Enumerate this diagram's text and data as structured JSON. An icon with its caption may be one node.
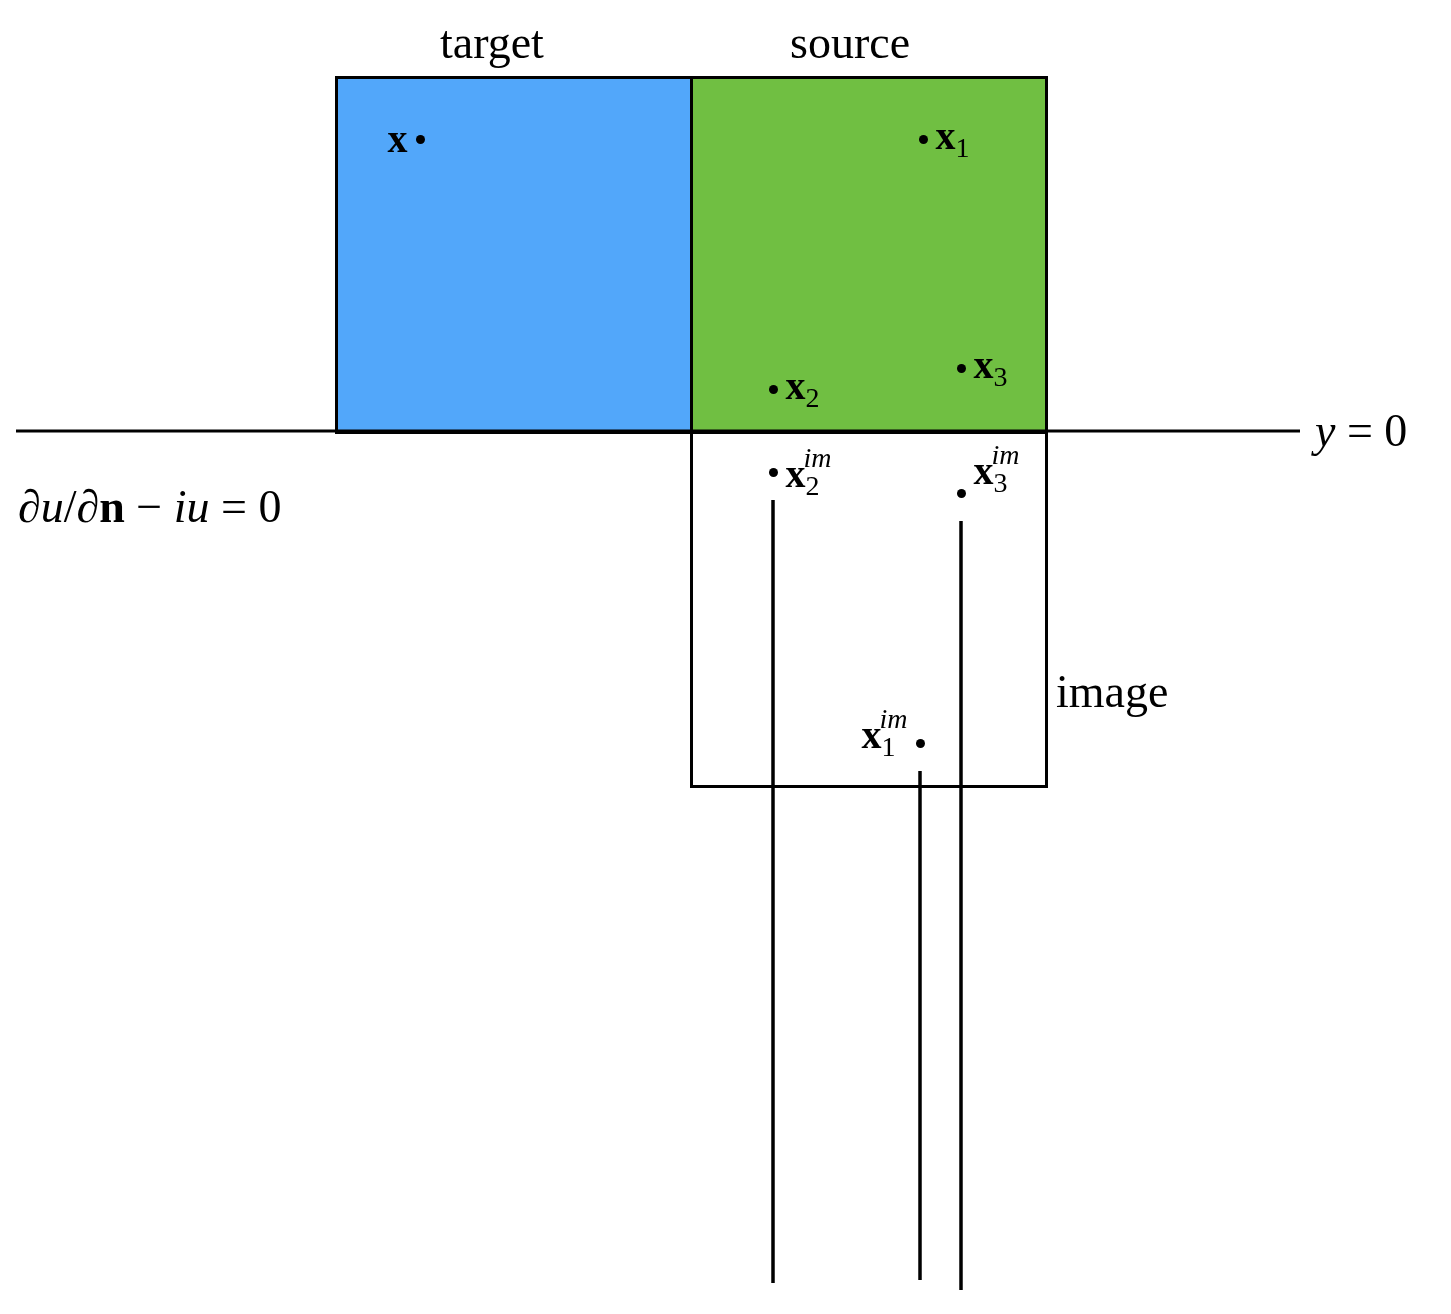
{
  "diagram": {
    "nodes": [
      {
        "text": [
          "target"
        ]
      },
      {
        "text": [
          "source"
        ]
      },
      {
        "text": [
          "image"
        ]
      },
      {
        "text": [
          "x"
        ],
        "in": 0
      },
      {
        "text": [
          "x$_{1}$"
        ],
        "in": 1
      },
      {
        "text": [
          "x$_{2}$"
        ],
        "in": 1
      },
      {
        "text": [
          "x$_{3}$"
        ],
        "in": 1
      },
      {
        "text": [
          "x$_{2}$$^{im}$"
        ],
        "in": 2
      },
      {
        "text": [
          "x$_{3}$$^{im}$"
        ],
        "in": 2
      },
      {
        "text": [
          "x$_{1}$$^{im}$"
        ],
        "in": 2
      }
    ],
    "edges": [
      {
        "from": 7,
        "to": null,
        "arrow": "none"
      },
      {
        "from": 9,
        "to": null,
        "arrow": "none"
      },
      {
        "from": 8,
        "to": null,
        "arrow": "none"
      }
    ],
    "labels": [
      "*y* = 0",
      "∂*u*/∂**n** − *iu* = 0"
    ]
  }
}
